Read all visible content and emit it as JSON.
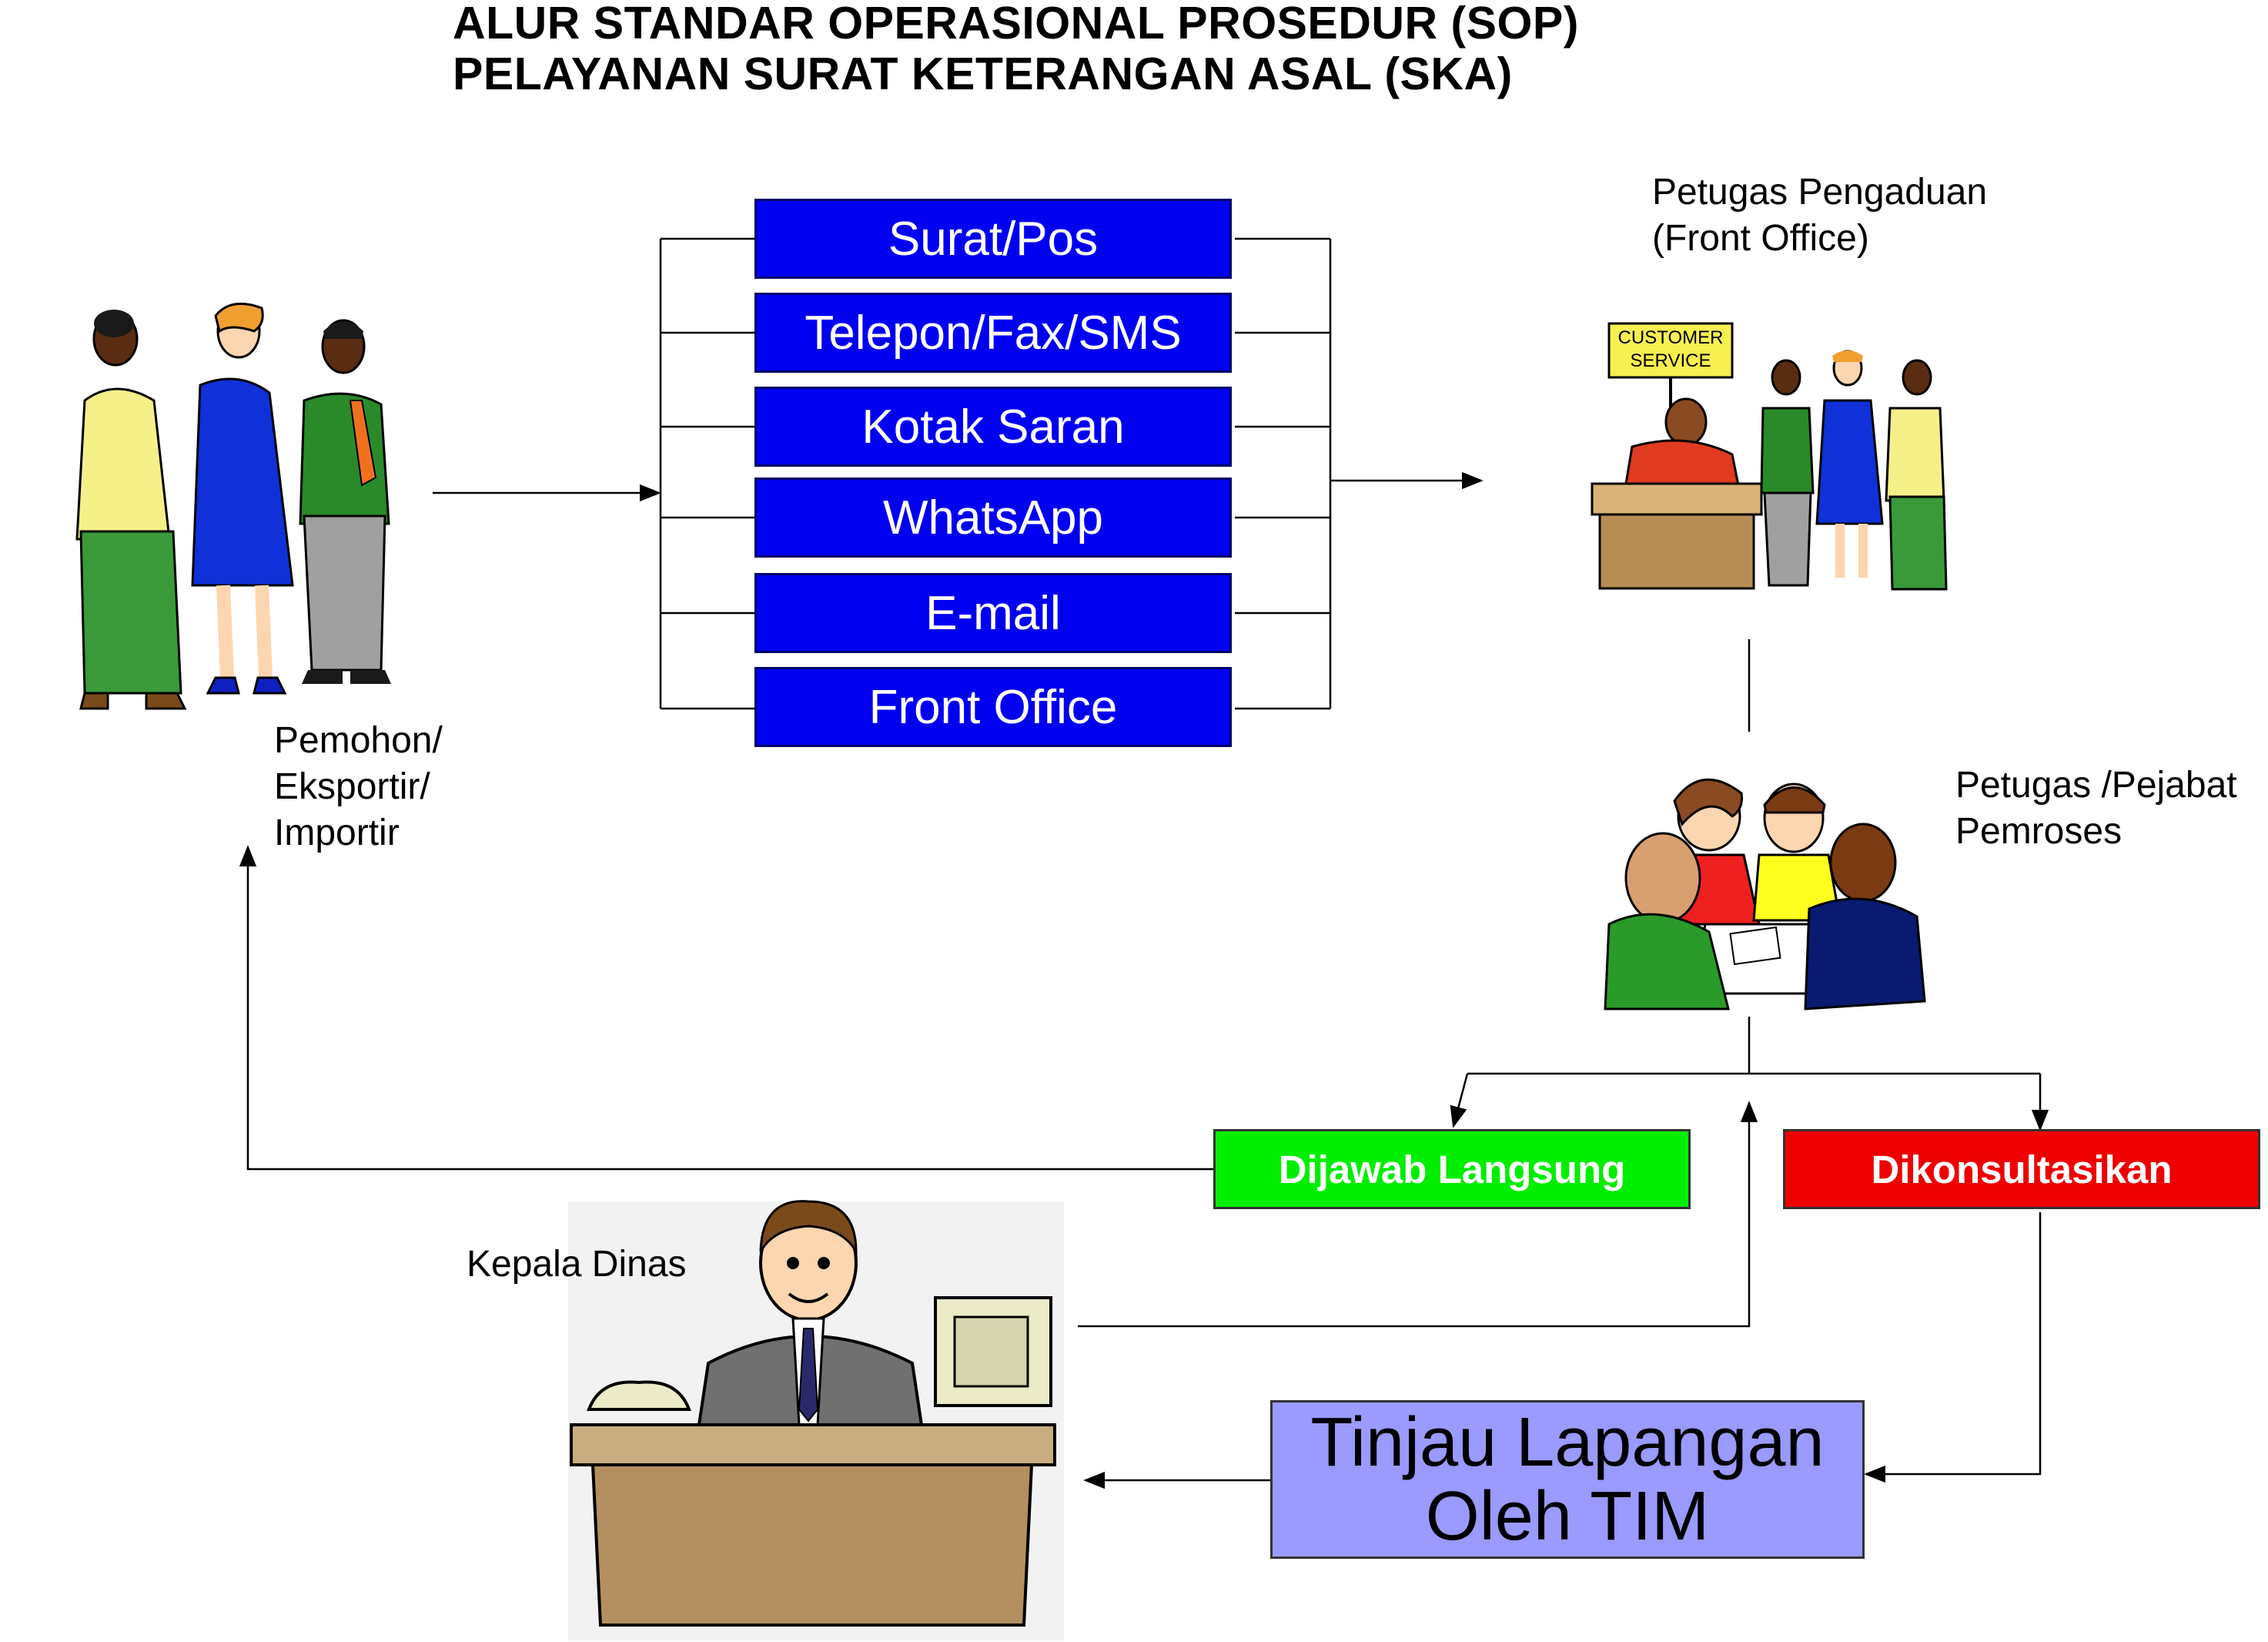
{
  "title": {
    "line1": "ALUR STANDAR OPERASIONAL PROSEDUR (SOP)",
    "line2": "PELAYANAN SURAT KETERANGAN ASAL (SKA)"
  },
  "channels": [
    "Surat/Pos",
    "Telepon/Fax/SMS",
    "Kotak Saran",
    "WhatsApp",
    "E-mail",
    "Front Office"
  ],
  "actors": {
    "applicant": [
      "Pemohon/",
      "Eksportir/",
      "Importir"
    ],
    "front_office": [
      "Petugas Pengaduan",
      "(Front Office)"
    ],
    "processor": [
      "Petugas /Pejabat",
      "Pemroses"
    ],
    "head": "Kepala Dinas"
  },
  "outcomes": {
    "direct": "Dijawab Langsung",
    "consult": "Dikonsultasikan"
  },
  "field_survey": [
    "Tinjau Lapangan",
    "Oleh TIM"
  ],
  "sign_text": [
    "CUSTOMER",
    "SERVICE"
  ],
  "colors": {
    "channel_fill": "#0000f0",
    "direct_fill": "#00ee00",
    "consult_fill": "#ee0000",
    "survey_fill": "#9a9aff"
  }
}
